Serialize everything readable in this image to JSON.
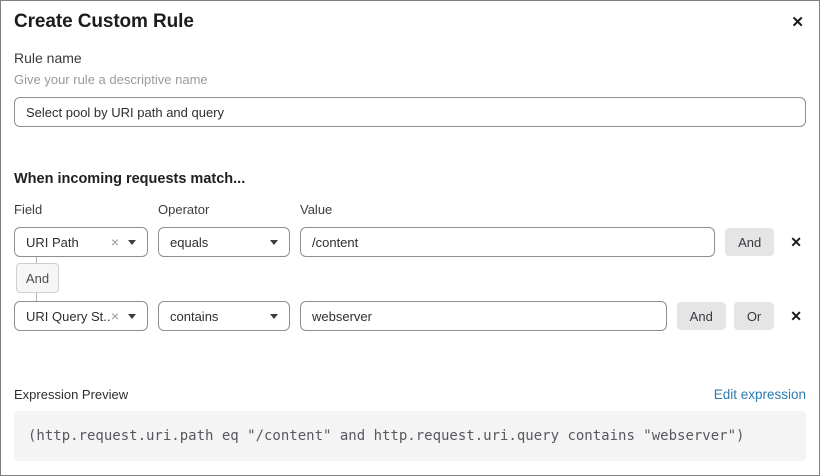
{
  "dialog": {
    "title": "Create Custom Rule"
  },
  "icons": {
    "close": "✕",
    "clear": "×"
  },
  "rule_name": {
    "label": "Rule name",
    "helper": "Give your rule a descriptive name",
    "value": "Select pool by URI path and query"
  },
  "match_section": {
    "heading": "When incoming requests match...",
    "columns": {
      "field": "Field",
      "operator": "Operator",
      "value": "Value"
    },
    "connector_label": "And",
    "rows": [
      {
        "field": "URI Path",
        "operator": "equals",
        "value": "/content",
        "buttons": [
          "And"
        ]
      },
      {
        "field": "URI Query St...",
        "operator": "contains",
        "value": "webserver",
        "buttons": [
          "And",
          "Or"
        ]
      }
    ]
  },
  "expression_preview": {
    "label": "Expression Preview",
    "edit_link": "Edit expression",
    "expression": "(http.request.uri.path eq \"/content\" and http.request.uri.query contains \"webserver\")"
  },
  "colors": {
    "link_blue": "#2c7cb0",
    "code_bg": "#f4f4f5",
    "code_text": "#56595e",
    "button_gray": "#e5e5e5"
  }
}
